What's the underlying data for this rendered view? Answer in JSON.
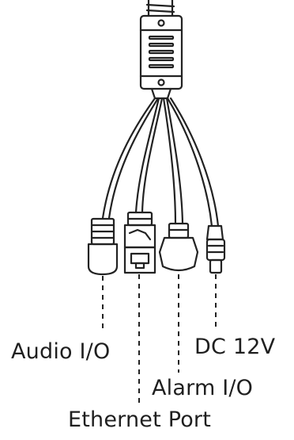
{
  "diagram": {
    "labels": {
      "audio": "Audio I/O",
      "dc": "DC 12V",
      "alarm": "Alarm I/O",
      "ethernet": "Ethernet Port"
    }
  }
}
